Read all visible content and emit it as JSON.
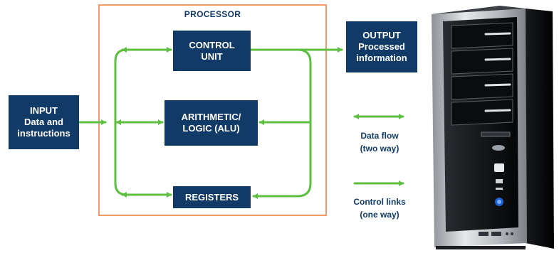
{
  "processor": {
    "title": "PROCESSOR"
  },
  "input": {
    "line1": "INPUT",
    "line2": "Data and",
    "line3": "instructions"
  },
  "control_unit": {
    "line1": "CONTROL",
    "line2": "UNIT"
  },
  "alu": {
    "line1": "ARITHMETIC/",
    "line2": "LOGIC (ALU)"
  },
  "registers": {
    "label": "REGISTERS"
  },
  "output": {
    "line1": "OUTPUT",
    "line2": "Processed",
    "line3": "information"
  },
  "legend": {
    "data_flow": {
      "line1": "Data flow",
      "line2": "(two way)"
    },
    "control_links": {
      "line1": "Control links",
      "line2": "(one way)"
    }
  },
  "colors": {
    "box": "#123a66",
    "arrow": "#5cbf3f",
    "frame": "#f29a6a",
    "text_dark": "#123a66"
  },
  "icons": {
    "computer": "desktop-tower-icon"
  }
}
